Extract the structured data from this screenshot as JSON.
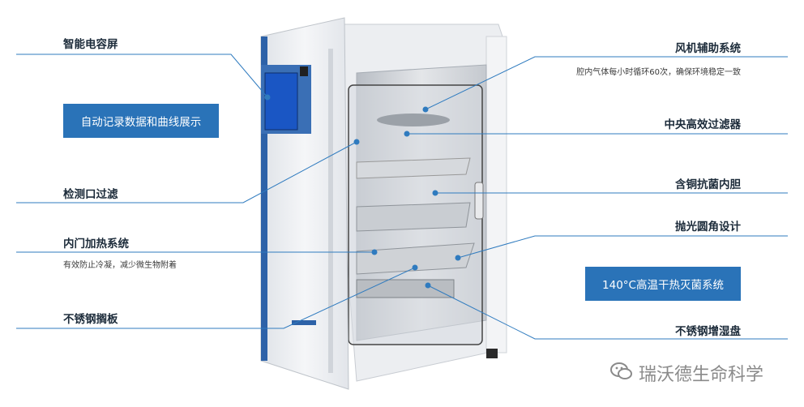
{
  "left_labels": {
    "touchscreen": "智能电容屏",
    "record_box": "自动记录数据和曲线展示",
    "port_filter": "检测口过滤",
    "inner_door_heating": "内门加热系统",
    "inner_door_desc": "有效防止冷凝，减少微生物附着",
    "shelf": "不锈钢搁板"
  },
  "right_labels": {
    "fan": "风机辅助系统",
    "fan_desc": "腔内气体每小时循环60次，确保环境稳定一致",
    "hepa": "中央高效过滤器",
    "copper_chamber": "含铜抗菌内胆",
    "rounded_corners": "抛光圆角设计",
    "sterilization_box": "140°C高温干热灭菌系统",
    "humidity_pan": "不锈钢增湿盘"
  },
  "watermark": "瑞沃德生命科学",
  "colors": {
    "accent": "#2a73b8",
    "line": "#2f7bbf",
    "dot": "#2f7bbf"
  },
  "icons": [
    "wechat-icon"
  ]
}
